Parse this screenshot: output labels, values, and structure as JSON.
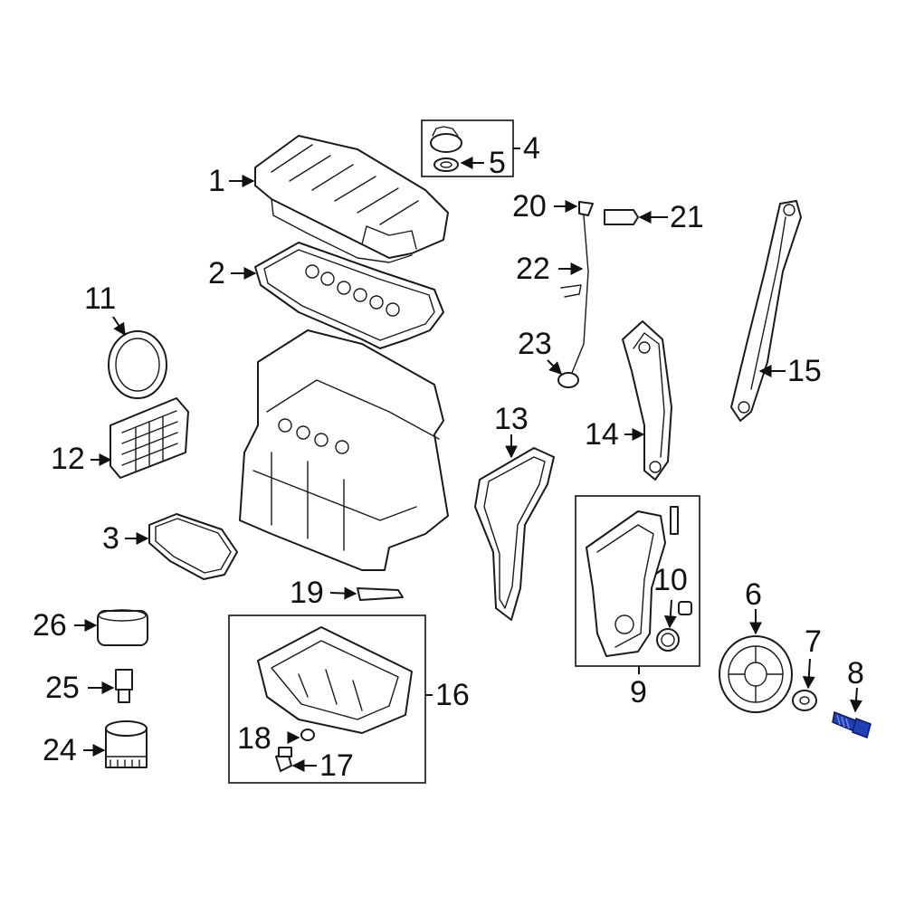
{
  "callouts": {
    "c1": "1",
    "c2": "2",
    "c3": "3",
    "c4": "4",
    "c5": "5",
    "c6": "6",
    "c7": "7",
    "c8": "8",
    "c9": "9",
    "c10": "10",
    "c11": "11",
    "c12": "12",
    "c13": "13",
    "c14": "14",
    "c15": "15",
    "c16": "16",
    "c17": "17",
    "c18": "18",
    "c19": "19",
    "c20": "20",
    "c21": "21",
    "c22": "22",
    "c23": "23",
    "c24": "24",
    "c25": "25",
    "c26": "26"
  },
  "colors": {
    "line": "#1a1a1a",
    "highlight": "#1f3fb5",
    "background": "#ffffff"
  },
  "highlighted_part": "8"
}
